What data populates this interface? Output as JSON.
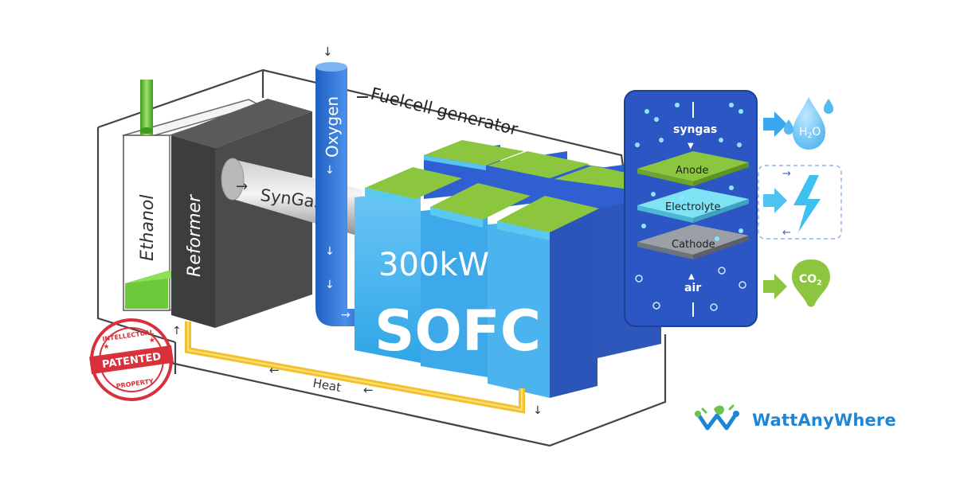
{
  "labels": {
    "ethanol": "Ethanol",
    "reformer": "Reformer",
    "syngas_pipe": "SynGas",
    "oxygen": "Oxygen",
    "generator": "Fuelcell generator",
    "power": "300kW",
    "sofc": "SOFC",
    "heat": "Heat"
  },
  "cell_panel": {
    "syngas": "syngas",
    "anode": "Anode",
    "electrolyte": "Electrolyte",
    "cathode": "Cathode",
    "air": "air"
  },
  "outputs": {
    "water_base": "H",
    "water_sub": "2",
    "water_end": "O",
    "co2_base": "CO",
    "co2_sub": "2"
  },
  "stamp": {
    "top_text": "INTELLECTUAL",
    "center_text": "PATENTED",
    "bottom_text": "PROPERTY"
  },
  "brand": {
    "name": "WattAnyWhere"
  },
  "colors": {
    "accent_blue": "#2f5fd0",
    "cell_top_green": "#8cc63f",
    "heat_pipe_yellow": "#f2c12e",
    "panel_bg": "#2c56c4",
    "stamp_red": "#d9313b",
    "brand_blue": "#1e86d6",
    "brand_green": "#6cc24a"
  }
}
